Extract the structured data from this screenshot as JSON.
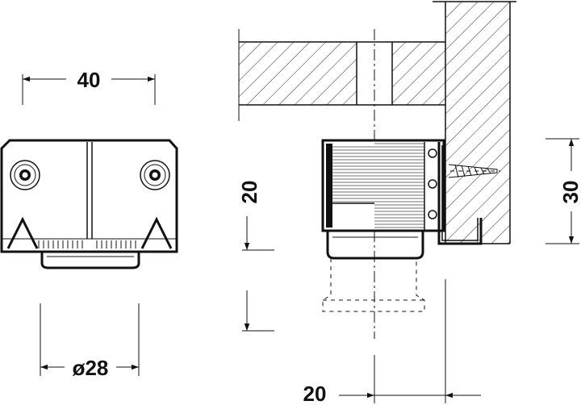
{
  "dimensions": {
    "width_top": "40",
    "diameter_bottom": "ø28",
    "height_left": "20",
    "height_right": "30",
    "offset_bottom": "20"
  }
}
